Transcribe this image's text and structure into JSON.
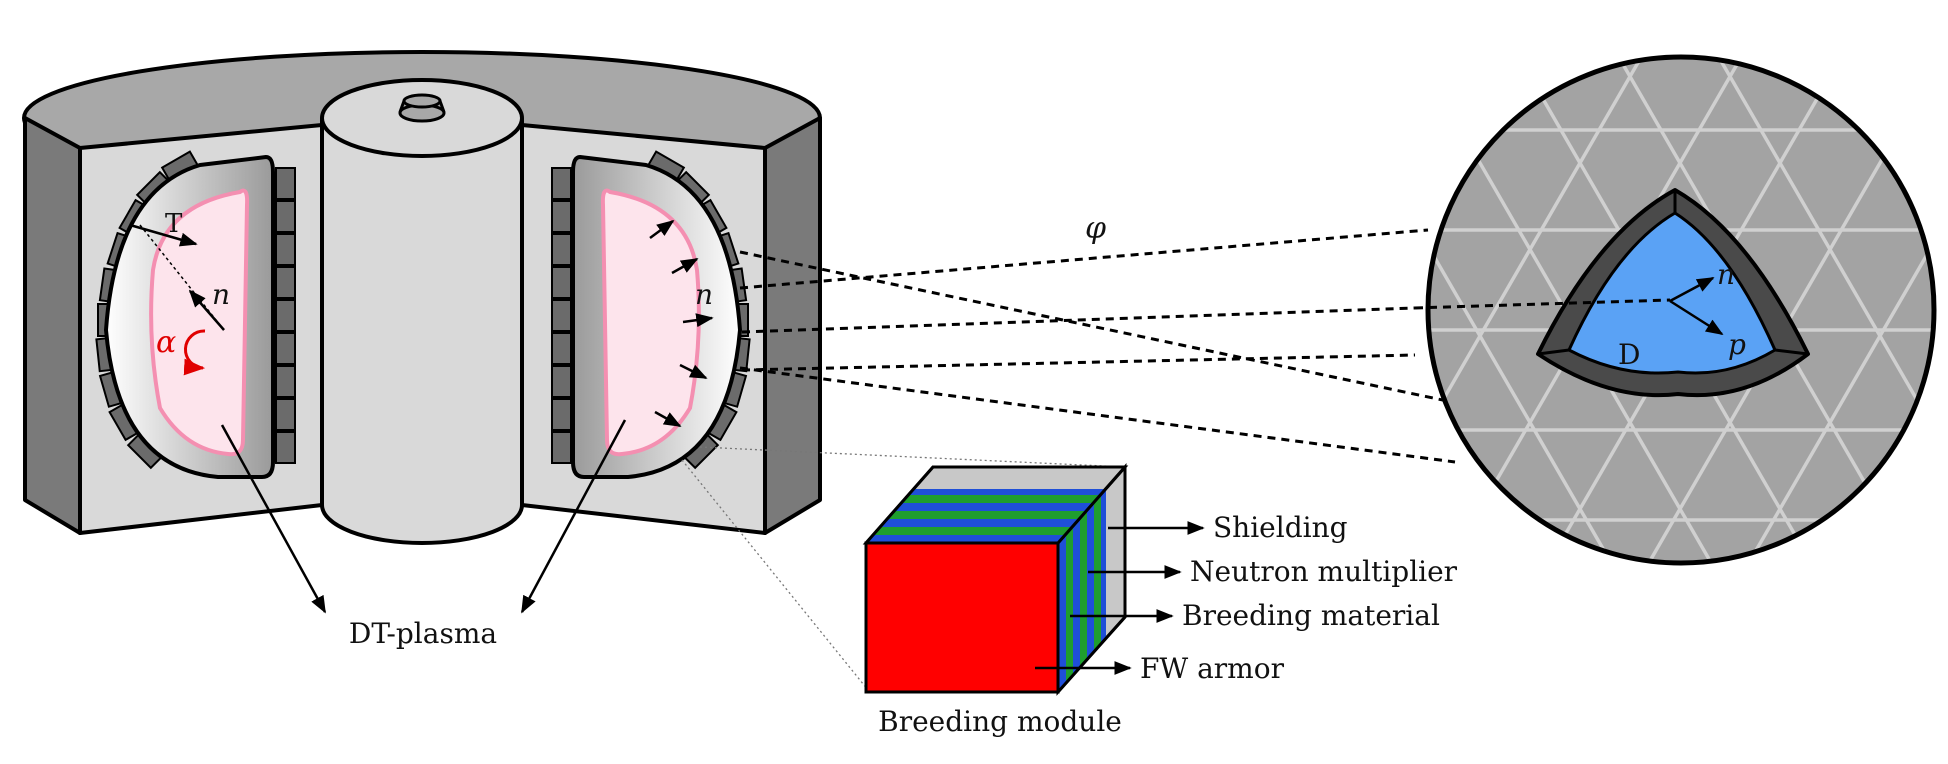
{
  "labels": {
    "dt_plasma": "DT-plasma",
    "breeding_module": "Breeding module",
    "shielding": "Shielding",
    "neutron_multiplier": "Neutron multiplier",
    "breeding_material": "Breeding material",
    "fw_armor": "FW armor",
    "tritium": "T",
    "deuterium": "D",
    "neutron_left": "n",
    "neutron_right": "n",
    "neutron_zoom": "n",
    "proton": "p",
    "alpha": "α",
    "phi": "φ"
  },
  "colors": {
    "structure_dark": "#7a7a7a",
    "structure_mid": "#a8a8a8",
    "structure_light": "#d9d9d9",
    "tile": "#6b6b6b",
    "plasma_fill": "#fde4ec",
    "plasma_edge": "#f48fb1",
    "alpha_red": "#e00000",
    "fw_armor_red": "#ff0000",
    "layer_blue": "#1f4fd8",
    "layer_green": "#1f9e2e",
    "zoom_bg": "#a3a3a3",
    "zoom_grid": "#d0d0d0",
    "deuterium_blue": "#5aa2f5",
    "deuterium_shell": "#4a4a4a"
  }
}
